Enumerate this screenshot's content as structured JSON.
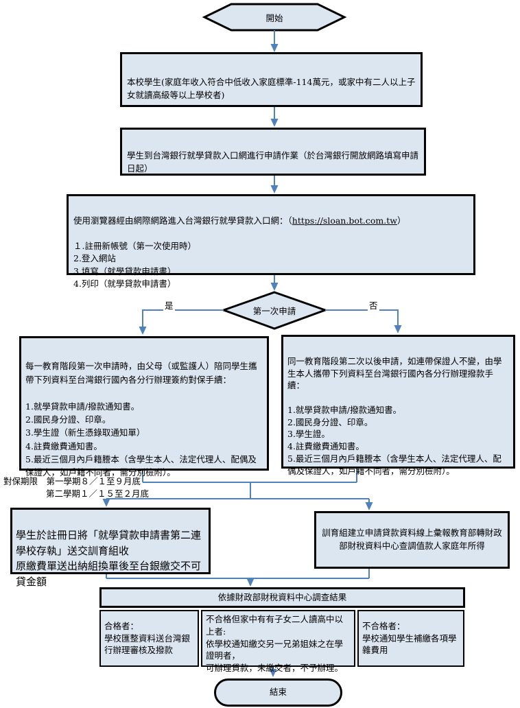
{
  "colors": {
    "node_fill": "#dce6f1",
    "node_border": "#000000",
    "connector": "#4f81bd"
  },
  "nodes": {
    "start": {
      "label": "開始"
    },
    "eligibility": {
      "text": "本校學生(家庭年收入符合中低收入家庭標準-114萬元，或家中有二人以上子女就讀高級等以上學校者)"
    },
    "portal": {
      "text": "學生到台灣銀行就學貸款入口網進行申請作業（於台灣銀行開放網路填寫申請日起）"
    },
    "browser": {
      "intro": "使用瀏覽器經由網際網路進入台灣銀行就學貸款入口網：（",
      "url": "https://sloan.bot.com.tw",
      "suffix": "）",
      "steps": [
        "１.註冊新帳號（第一次使用時）",
        "2.登入網站",
        "3.填寫（就學貸款申請書）",
        "4.列印（就學貸款申請書）"
      ]
    },
    "decision": {
      "label": "第一次申請",
      "yes": "是",
      "no": "否"
    },
    "first_time": {
      "intro": "每一教育階段第一次申請時，由父母（或監護人）陪同學生攜帶下列資料至台灣銀行國內各分行辦理簽約對保手續：",
      "items": [
        "1.就學貸款申請/撥款通知書。",
        "2.國民身分證、印章。",
        "3.學生證（新生憑錄取通知單）",
        "4.註費繳費通知書。",
        "5.最近三個月內戶籍謄本（含學生本人、法定代理人、配偶及保證人，如戶籍不同者，需分別檢附）。"
      ]
    },
    "repeat": {
      "intro": "同一教育階段第二次以後申請，如連帶保證人不變，由學生本人攜帶下列資料至台灣銀行國內各分行辦理撥款手續：",
      "items": [
        "1.就學貸款申請/撥款通知書。",
        "2.國民身分證、印章。",
        "3.學生證。",
        "4.註費繳費通知書。",
        "5.最近三個月內戶籍謄本（含學生本人、法定代理人、配偶及保證人，如戶籍不同者，需分別檢附）。"
      ]
    },
    "deadline": {
      "line1": "對保期限　第一學期８／１至９月底",
      "line2": "第二學期１／１５至２月底"
    },
    "registration": {
      "text": "學生於註冊日將「就學貸款申請書第二連學校存執」送交訓育組收\n原繳費單送出納組換單後至台銀繳交不可貸金額"
    },
    "report": {
      "text": "訓育組建立申請貸款資料線上彙報教育部轉財政部財稅資料中心查調值款人家庭年所得"
    },
    "result": {
      "header": "依據財政部財稅資料中心調查結果",
      "cells": [
        "合格者：\n學校匯整資料送台灣銀行辦理審核及撥款",
        "不合格但家中有有子女二人讀高中以上者:\n依學校通知繳交另一兄弟姐妹之在學證明者，\n可辦理貸款，未繳交者，不予辦理。",
        "不合格者：\n學校通知學生補繳各項學雜費用"
      ]
    },
    "end": {
      "label": "結束"
    }
  }
}
